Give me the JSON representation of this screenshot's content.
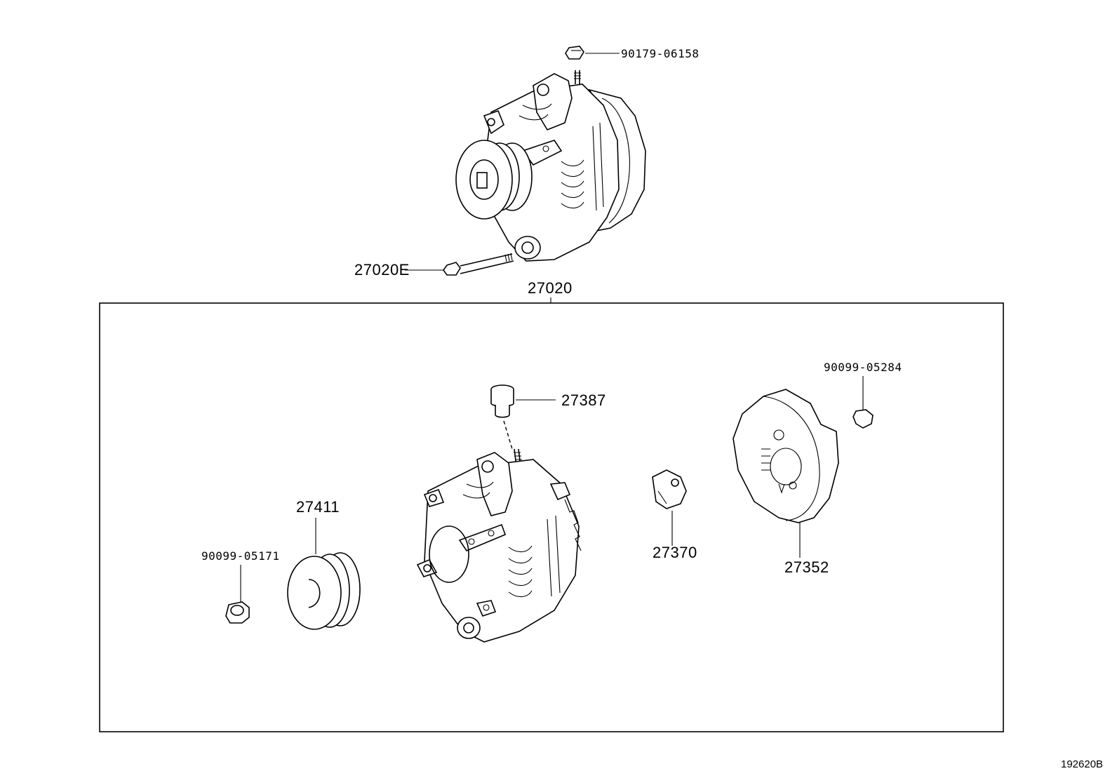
{
  "diagram": {
    "figure_id": "192620B",
    "assembly_label": "27020",
    "parts": {
      "nut_top": "90179-06158",
      "bolt": "27020E",
      "terminal_insulator": "27387",
      "nut_right": "90099-05284",
      "pulley": "27411",
      "pulley_nut": "90099-05171",
      "brush_holder": "27370",
      "rear_cover": "27352"
    }
  }
}
